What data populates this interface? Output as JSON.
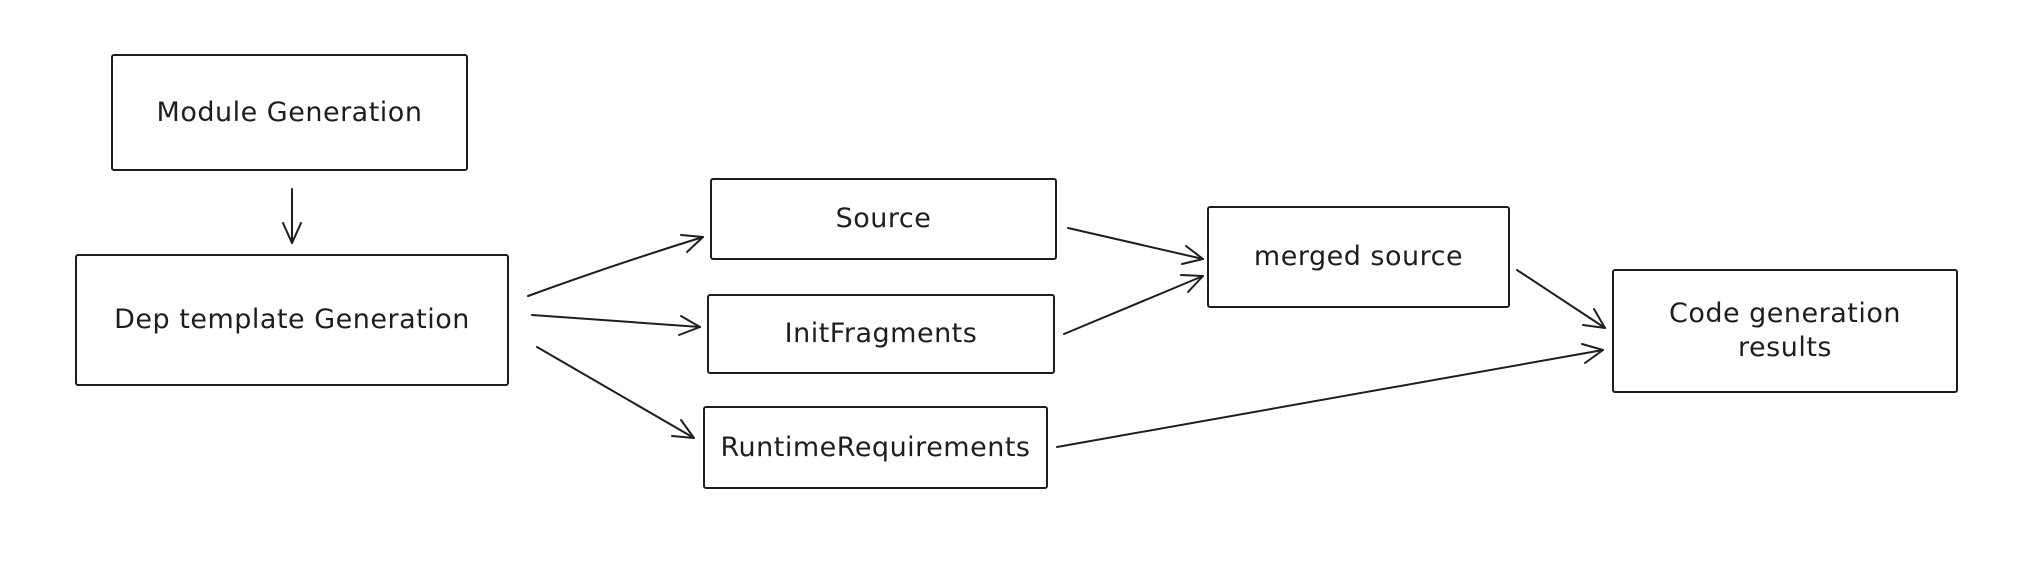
{
  "page": {
    "background_color": "#ffffff",
    "stroke_color": "#1e1e1e"
  },
  "diagram": {
    "type": "flowchart",
    "style": "hand-drawn",
    "nodes": [
      {
        "id": "module-generation",
        "label": "Module Generation"
      },
      {
        "id": "dep-template-generation",
        "label": "Dep template Generation"
      },
      {
        "id": "source",
        "label": "Source"
      },
      {
        "id": "init-fragments",
        "label": "InitFragments"
      },
      {
        "id": "runtime-requirements",
        "label": "RuntimeRequirements"
      },
      {
        "id": "merged-source",
        "label": "merged source"
      },
      {
        "id": "code-generation-results",
        "label": "Code generation results"
      }
    ],
    "edges": [
      {
        "from": "module-generation",
        "to": "dep-template-generation"
      },
      {
        "from": "dep-template-generation",
        "to": "source"
      },
      {
        "from": "dep-template-generation",
        "to": "init-fragments"
      },
      {
        "from": "dep-template-generation",
        "to": "runtime-requirements"
      },
      {
        "from": "source",
        "to": "merged-source"
      },
      {
        "from": "init-fragments",
        "to": "merged-source"
      },
      {
        "from": "merged-source",
        "to": "code-generation-results"
      },
      {
        "from": "runtime-requirements",
        "to": "code-generation-results"
      }
    ]
  }
}
